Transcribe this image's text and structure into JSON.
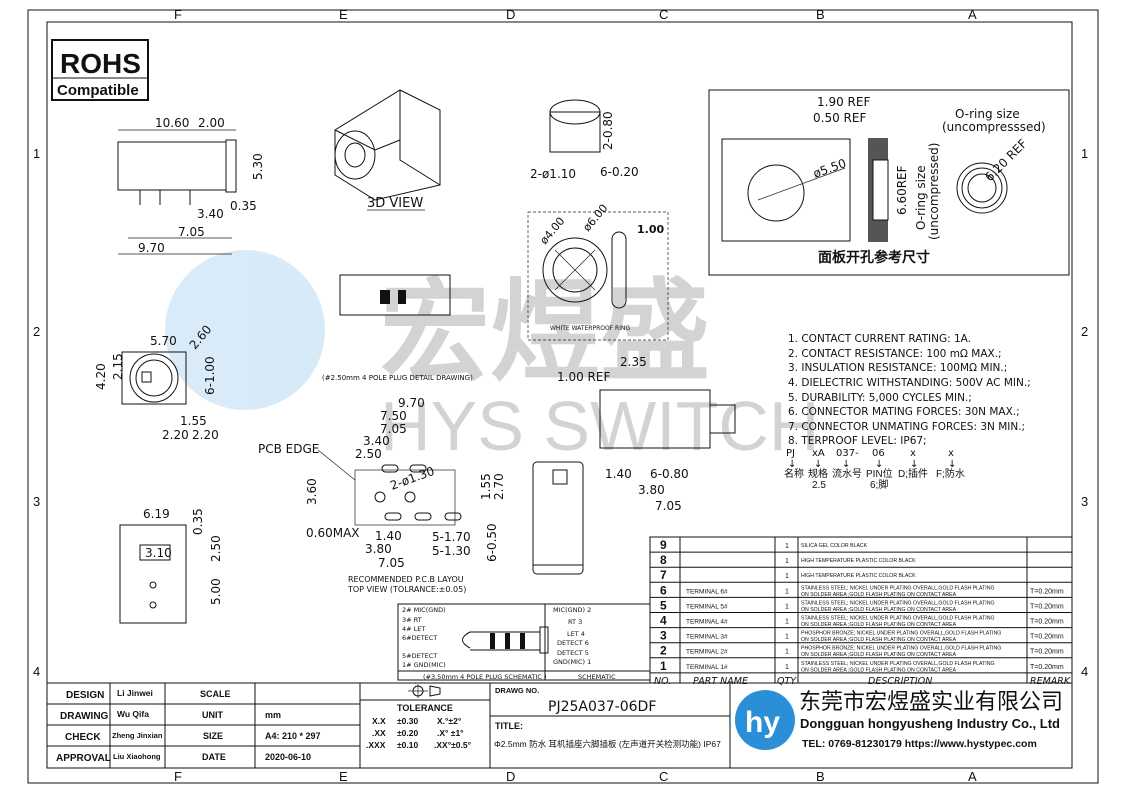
{
  "grid": {
    "cols": [
      "F",
      "E",
      "D",
      "C",
      "B",
      "A"
    ],
    "rows": [
      "1",
      "2",
      "3",
      "4"
    ]
  },
  "rohs": {
    "title": "ROHS",
    "sub": "Compatible"
  },
  "watermark": {
    "cn": "宏煜盛",
    "en": "HYS SWITCH"
  },
  "views": {
    "view3d": "3D VIEW",
    "plug_detail": "(#2.50mm 4 POLE PLUG DETAIL DRAWING)",
    "ring": "WHITE WATERPROOF RING",
    "pcb_edge": "PCB EDGE",
    "pcb_layout": "RECOMMENDED P.C.B LAYOU",
    "pcb_top": "TOP VIEW (TOLRANCE:±0.05)",
    "panel_title": "面板开孔参考尺寸",
    "oring1": "O-ring size",
    "oring1b": "(uncompresssed)",
    "oring2": "O-ring size",
    "oring2b": "(uncompressed)"
  },
  "dims": {
    "a": "10.60",
    "b": "2.00",
    "c": "5.30",
    "d": "3.40",
    "e": "0.35",
    "f": "7.05",
    "g": "9.70",
    "h": "5.70",
    "i": "2.60",
    "j": "4.20",
    "k": "2.15",
    "l": "6-1.00",
    "m": "1.55",
    "n": "2.20",
    "o": "2.20",
    "p": "6.19",
    "q": "0.35",
    "r": "3.10",
    "s": "2.50",
    "t": "5.00",
    "u": "2-0.80",
    "v": "2-ø1.10",
    "w": "6-0.20",
    "x": "ø4.00",
    "y": "ø6.00",
    "z": "1.00",
    "pa": "9.70",
    "pb": "7.50",
    "pc": "7.05",
    "pd": "3.40",
    "pe": "2.50",
    "pf": "3.60",
    "pg": "2-ø1.30",
    "ph": "1.55",
    "pi": "2.70",
    "pj": "0.60MAX",
    "pk": "1.40",
    "pl": "3.80",
    "pm": "7.05",
    "pn": "5-1.70",
    "po": "5-1.30",
    "pp": "6-0.50",
    "sa": "1.00 REF",
    "sb": "2.35",
    "sc": "1.40",
    "sd": "6-0.80",
    "se": "3.80",
    "sf": "7.05",
    "ra": "1.90 REF",
    "rb": "0.50 REF",
    "rc": "ø5.50",
    "rd": "6.60REF",
    "re": "6.20 REF"
  },
  "notes": [
    "1. CONTACT CURRENT RATING: 1A.",
    "2. CONTACT RESISTANCE: 100 mΩ MAX.;",
    "3. INSULATION RESISTANCE: 100MΩ MIN.;",
    "4. DIELECTRIC WITHSTANDING: 500V AC MIN.;",
    "5. DURABILITY: 5,000 CYCLES MIN.;",
    "6. CONNECTOR MATING FORCES: 30N   MAX.;",
    "7. CONNECTOR UNMATING FORCES: 3N MIN.;",
    "8. TERPROOF LEVEL: IP67;"
  ],
  "code": {
    "parts": [
      "PJ",
      "xA",
      "037-",
      "06",
      "x",
      "x"
    ],
    "meaning": [
      "名称",
      "规格",
      "流水号",
      "PIN位",
      "D;插件",
      "F;防水"
    ],
    "sub": [
      "",
      "2.5",
      "",
      "6;脚",
      "",
      ""
    ]
  },
  "schematic": {
    "left": [
      "2# MIC(GND)",
      "3# RT",
      "4# LET",
      "6#DETECT",
      "5#DETECT",
      "1# GND(MIC)"
    ],
    "right": [
      "MIC(GND) 2",
      "RT 3",
      "LET 4",
      "DETECT 6",
      "DETECT 5",
      "GND(MIC) 1"
    ],
    "caption": "(#3.50mm 4 POLE PLUG SCHEMATIC )",
    "caption2": "SCHEMATIC"
  },
  "bom": {
    "headers": [
      "NO.",
      "PART NAME",
      "QTY",
      "DESCRIPTION",
      "REMARK"
    ],
    "rows": [
      {
        "no": "9",
        "name": "",
        "qty": "1",
        "desc": "SILICA GEL COLOR BLACK",
        "desc2": "",
        "remark": ""
      },
      {
        "no": "8",
        "name": "",
        "qty": "1",
        "desc": "HIGH TEMPERATURE PLASTIC COLOR BLACK",
        "desc2": "",
        "remark": ""
      },
      {
        "no": "7",
        "name": "",
        "qty": "1",
        "desc": "HIGH TEMPERATURE PLASTIC COLOR BLACK",
        "desc2": "",
        "remark": ""
      },
      {
        "no": "6",
        "name": "TERMINAL 6#",
        "qty": "1",
        "desc": "STAINLESS STEEL; NICKEL UNDER PLATING OVERALL,GOLD FLASH PLATING",
        "desc2": "ON SOLDER AREA ;GOLD FLASH PLATING ON CONTACT AREA",
        "remark": "T=0.20mm"
      },
      {
        "no": "5",
        "name": "TERMINAL 5#",
        "qty": "1",
        "desc": "STAINLESS STEEL; NICKEL UNDER PLATING OVERALL,GOLD FLASH PLATING",
        "desc2": "ON SOLDER AREA ;GOLD FLASH PLATING ON CONTACT AREA",
        "remark": "T=0.20mm"
      },
      {
        "no": "4",
        "name": "TERMINAL 4#",
        "qty": "1",
        "desc": "STAINLESS STEEL; NICKEL UNDER PLATING OVERALL,GOLD FLASH PLATING",
        "desc2": "ON SOLDER AREA ;GOLD FLASH PLATING ON CONTACT AREA",
        "remark": "T=0.20mm"
      },
      {
        "no": "3",
        "name": "TERMINAL 3#",
        "qty": "1",
        "desc": "PHOSPHOR BRONZE; NICKEL UNDER PLATING OVERALL,GOLD FLASH PLATING",
        "desc2": "ON SOLDER AREA ;GOLD FLASH PLATING ON CONTACT AREA",
        "remark": "T=0.20mm"
      },
      {
        "no": "2",
        "name": "TERMINAL 2#",
        "qty": "1",
        "desc": "PHOSPHOR BRONZE; NICKEL UNDER PLATING OVERALL,GOLD FLASH PLATING",
        "desc2": "ON SOLDER AREA ;GOLD FLASH PLATING ON CONTACT AREA",
        "remark": "T=0.20mm"
      },
      {
        "no": "1",
        "name": "TERMINAL 1#",
        "qty": "1",
        "desc": "STAINLESS STEEL; NICKEL UNDER PLATING OVERALL,GOLD FLASH PLATING",
        "desc2": "ON SOLDER AREA ;GOLD FLASH PLATING ON CONTACT AREA",
        "remark": "T=0.20mm"
      }
    ]
  },
  "title_block": {
    "labels": [
      "DESIGN",
      "DRAWING",
      "CHECK",
      "APPROVAL"
    ],
    "names": [
      "Li Jinwei",
      "Wu Qifa",
      "Zheng Jinxian",
      "Liu Xiaohong"
    ],
    "fields": [
      "SCALE",
      "UNIT",
      "SIZE",
      "DATE"
    ],
    "values": [
      "",
      "mm",
      "A4: 210 * 297",
      "2020-06-10"
    ],
    "tolerance": {
      "title": "TOLERANCE",
      "rows": [
        [
          "X.X",
          "±0.30",
          "X.°±2°"
        ],
        [
          ".XX",
          "±0.20",
          ".X° ±1°"
        ],
        [
          ".XXX",
          "±0.10",
          ".XX°±0.5°"
        ]
      ]
    },
    "drawing_no_label": "DRAWG NO.",
    "drawing_no": "PJ25A037-06DF",
    "title_label": "TITLE:",
    "title": "Φ2.5mm 防水 耳机插座六脚插板 (左声道开关检测功能) IP67",
    "company_cn": "东莞市宏煜盛实业有限公司",
    "company_en": "Dongguan hongyusheng Industry Co., Ltd",
    "contact": "TEL: 0769-81230179   https://www.hystypec.com",
    "logo": "hy",
    "logo_color": "#2a8fd6"
  }
}
